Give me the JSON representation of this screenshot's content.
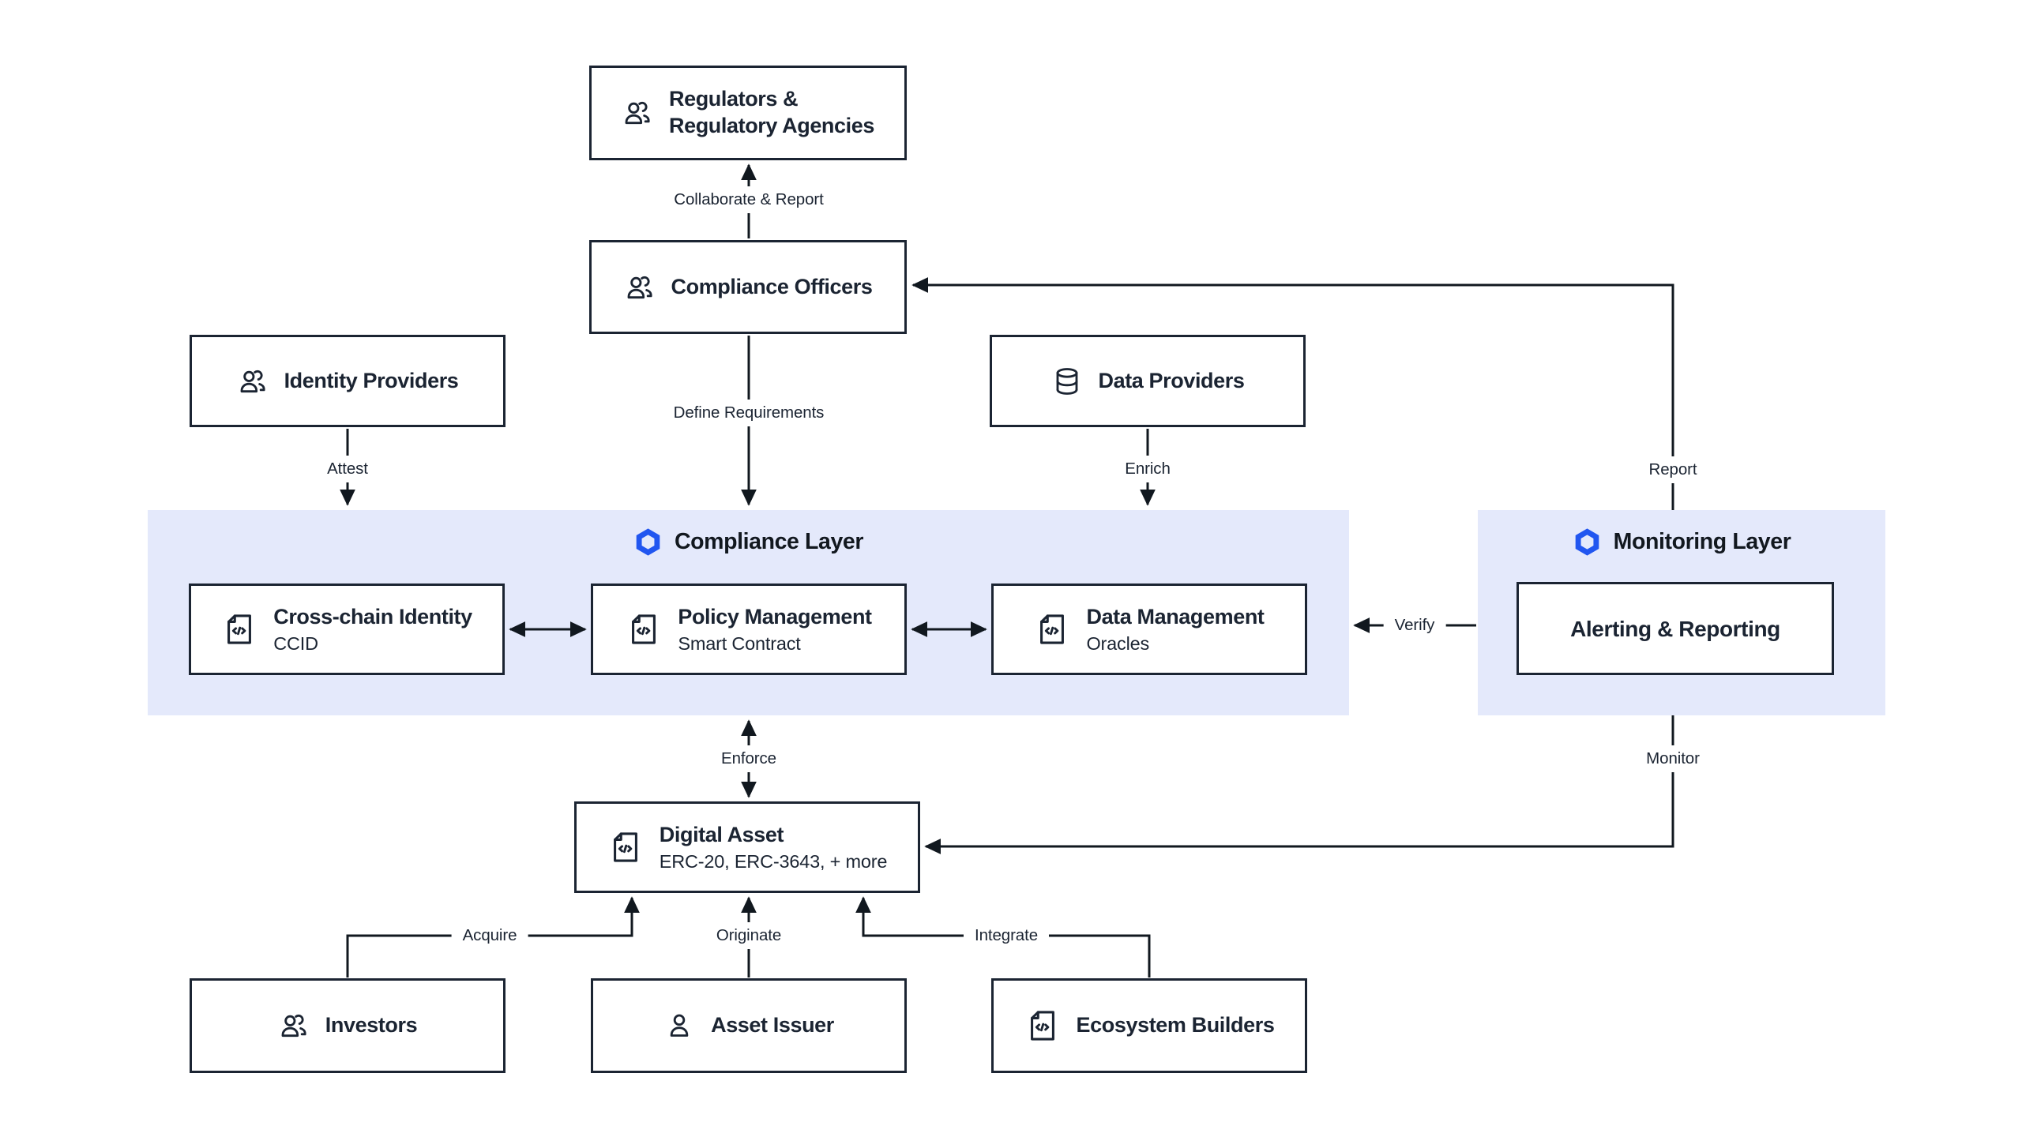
{
  "diagram": {
    "layers": {
      "compliance": {
        "title": "Compliance Layer",
        "icon": "chainlink-hexagon-icon"
      },
      "monitoring": {
        "title": "Monitoring Layer",
        "icon": "chainlink-hexagon-icon"
      }
    },
    "nodes": {
      "regulators": {
        "title_line1": "Regulators &",
        "title_line2": "Regulatory Agencies",
        "icon": "users-icon"
      },
      "compliance_officers": {
        "title": "Compliance Officers",
        "icon": "users-icon"
      },
      "identity_providers": {
        "title": "Identity Providers",
        "icon": "users-icon"
      },
      "data_providers": {
        "title": "Data Providers",
        "icon": "database-icon"
      },
      "cross_chain_identity": {
        "title": "Cross-chain Identity",
        "subtitle": "CCID",
        "icon": "code-document-icon"
      },
      "policy_management": {
        "title": "Policy Management",
        "subtitle": "Smart Contract",
        "icon": "code-document-icon"
      },
      "data_management": {
        "title": "Data Management",
        "subtitle": "Oracles",
        "icon": "code-document-icon"
      },
      "alerting_reporting": {
        "title": "Alerting & Reporting"
      },
      "digital_asset": {
        "title": "Digital Asset",
        "subtitle": "ERC-20, ERC-3643, + more",
        "icon": "code-document-icon"
      },
      "investors": {
        "title": "Investors",
        "icon": "users-icon"
      },
      "asset_issuer": {
        "title": "Asset Issuer",
        "icon": "user-icon"
      },
      "ecosystem_builders": {
        "title": "Ecosystem Builders",
        "icon": "code-document-icon"
      }
    },
    "edges": {
      "collaborate": "Collaborate & Report",
      "define": "Define Requirements",
      "attest": "Attest",
      "enrich": "Enrich",
      "report": "Report",
      "verify": "Verify",
      "enforce": "Enforce",
      "monitor": "Monitor",
      "acquire": "Acquire",
      "originate": "Originate",
      "integrate": "Integrate"
    },
    "colors": {
      "ink": "#1b2432",
      "layer_band_background": "#e4e9fb",
      "brand_blue": "#2156f0",
      "canvas_background": "#ffffff"
    }
  }
}
